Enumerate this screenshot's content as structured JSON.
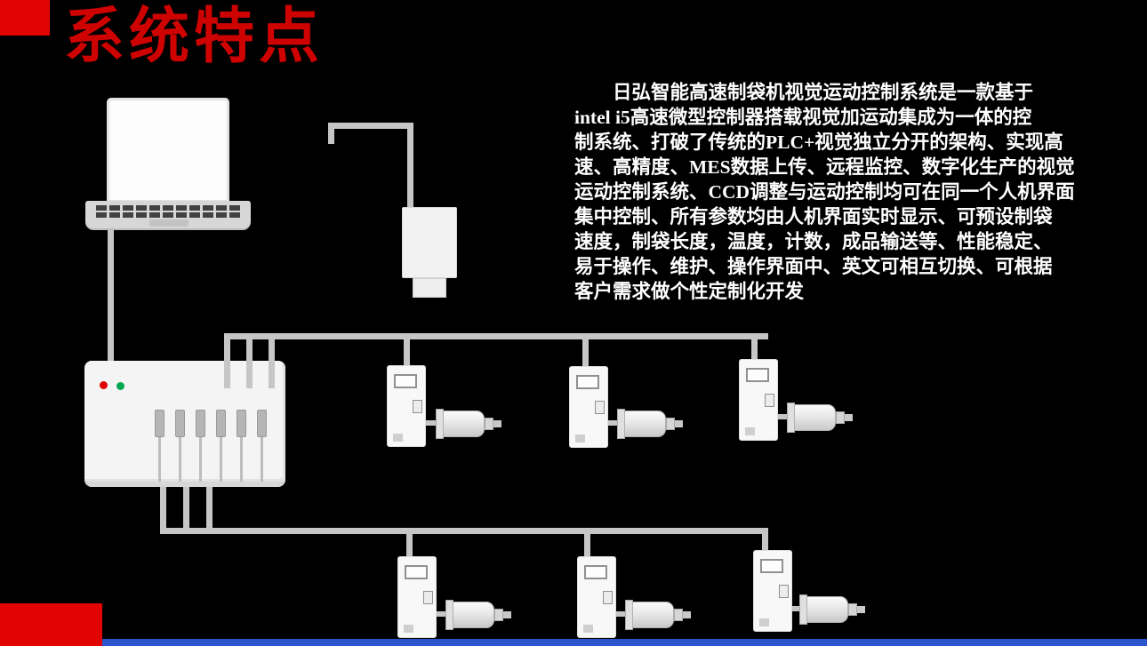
{
  "title": "系统特点",
  "intro": {
    "lines": [
      "　　日弘智能高速制袋机视觉运动控制系统是一款基于",
      "intel i5高速微型控制器搭载视觉加运动集成为一体的控",
      "制系统、打破了传统的PLC+视觉独立分开的架构、实现高",
      "速、高精度、MES数据上传、远程监控、数字化生产的视觉",
      "运动控制系统、CCD调整与运动控制均可在同一个人机界面",
      "集中控制、所有参数均由人机界面实时显示、可预设制袋",
      "速度，制袋长度，温度，计数，成品输送等、性能稳定、",
      "易于操作、维护、操作界面中、英文可相互切换、可根据",
      "客户需求做个性定制化开发"
    ]
  },
  "diagram": {
    "devices": [
      "laptop",
      "vision-camera",
      "motion-controller",
      "servo-driver",
      "servo-motor"
    ],
    "driver_count": 6,
    "motor_count": 6,
    "controller_leds": [
      "red",
      "green"
    ]
  },
  "colors": {
    "background": "#000000",
    "title_red": "#cf0202",
    "accent_red": "#e00402",
    "text_white": "#ffffff",
    "cable_gray": "#c6c6c6",
    "footer_blue": "#2a55cd",
    "led_red": "#e00000",
    "led_green": "#00a650"
  }
}
